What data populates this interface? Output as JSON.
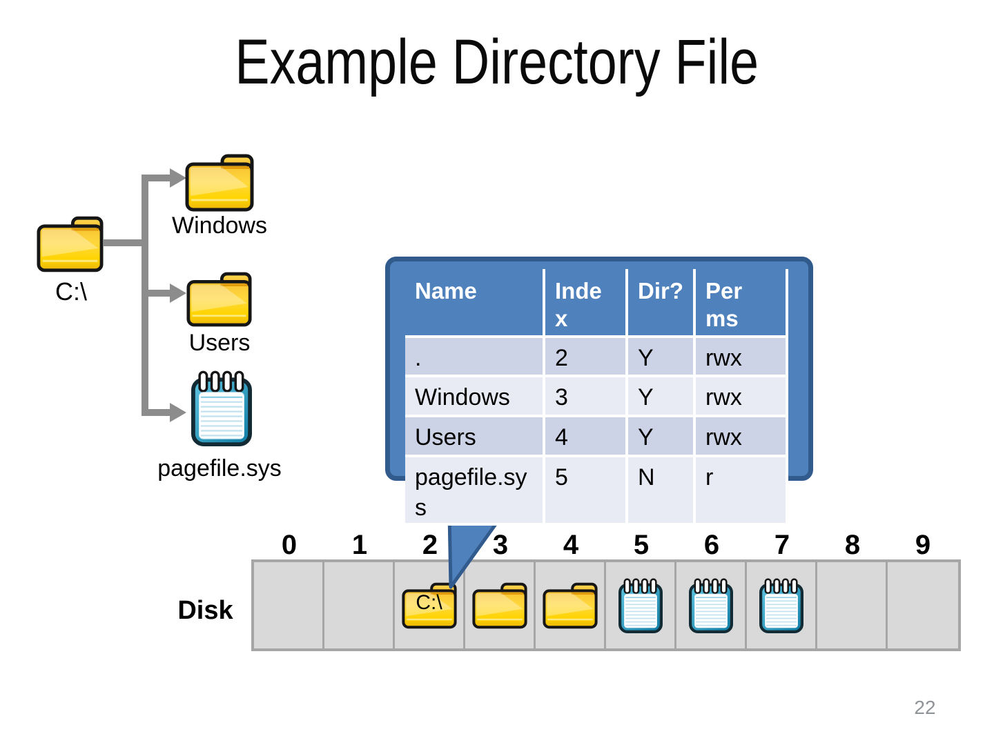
{
  "slide": {
    "title": "Example Directory File",
    "page_number": "22"
  },
  "tree": {
    "root": {
      "label": "C:\\",
      "icon": "folder"
    },
    "children": [
      {
        "label": "Windows",
        "icon": "folder"
      },
      {
        "label": "Users",
        "icon": "folder"
      },
      {
        "label": "pagefile.sys",
        "icon": "notepad"
      }
    ]
  },
  "directory_table": {
    "headers": [
      "Name",
      "Index",
      "Dir?",
      "Perms"
    ],
    "rows": [
      {
        "name": ".",
        "index": "2",
        "dir": "Y",
        "perms": "rwx"
      },
      {
        "name": "Windows",
        "index": "3",
        "dir": "Y",
        "perms": "rwx"
      },
      {
        "name": "Users",
        "index": "4",
        "dir": "Y",
        "perms": "rwx"
      },
      {
        "name": "pagefile.sys",
        "index": "5",
        "dir": "N",
        "perms": "r"
      }
    ]
  },
  "disk": {
    "label": "Disk",
    "blocks": [
      {
        "num": "0",
        "content": "empty"
      },
      {
        "num": "1",
        "content": "empty"
      },
      {
        "num": "2",
        "content": "folder",
        "label": "C:\\"
      },
      {
        "num": "3",
        "content": "folder"
      },
      {
        "num": "4",
        "content": "folder"
      },
      {
        "num": "5",
        "content": "file"
      },
      {
        "num": "6",
        "content": "file"
      },
      {
        "num": "7",
        "content": "file"
      },
      {
        "num": "8",
        "content": "empty"
      },
      {
        "num": "9",
        "content": "empty"
      }
    ]
  },
  "colors": {
    "accent_blue": "#4F81BD",
    "callout_border": "#315A8D",
    "row_dark": "#CDD3E6",
    "row_light": "#E9EBF4",
    "disk_fill": "#D9D9D9",
    "disk_border": "#A6A6A6",
    "connector_gray": "#8C8C8C",
    "folder_yellow": "#FFD400",
    "notepad_teal": "#1D86AC"
  }
}
